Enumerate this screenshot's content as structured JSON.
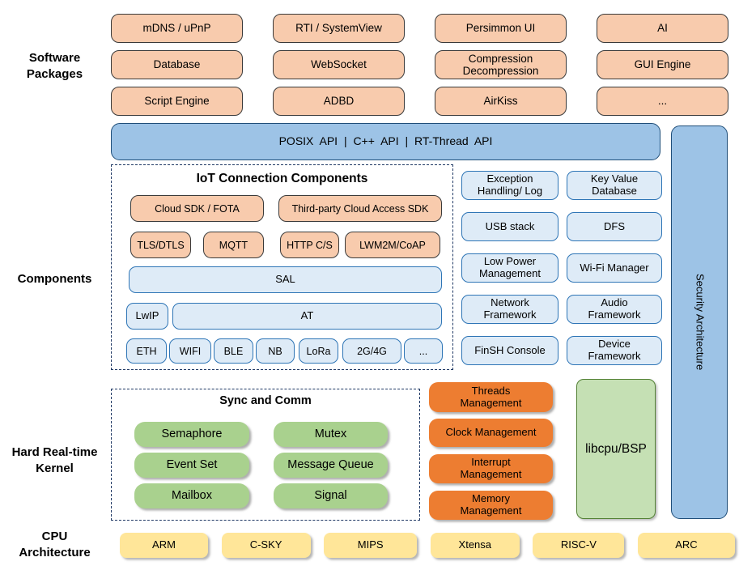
{
  "section_labels": {
    "software_packages": "Software\nPackages",
    "components": "Components",
    "kernel": "Hard Real-time\nKernel",
    "cpu": "CPU\nArchitecture"
  },
  "software_packages": {
    "items": [
      "mDNS / uPnP",
      "RTI / SystemView",
      "Persimmon UI",
      "AI",
      "Database",
      "WebSocket",
      "Compression\nDecompression",
      "GUI Engine",
      "Script Engine",
      "ADBD",
      "AirKiss",
      "..."
    ]
  },
  "api_bar": {
    "label": "POSIX API  |  C++ API  |  RT-Thread API"
  },
  "security_bar": {
    "label": "Security Architecture"
  },
  "iot": {
    "title": "IoT Connection Components",
    "cloud_sdk": "Cloud SDK / FOTA",
    "third_party": "Third-party Cloud Access SDK",
    "protocols": [
      "TLS/DTLS",
      "MQTT",
      "HTTP C/S",
      "LWM2M/CoAP"
    ],
    "sal": "SAL",
    "lwip": "LwIP",
    "at": "AT",
    "links": [
      "ETH",
      "WIFI",
      "BLE",
      "NB",
      "LoRa",
      "2G/4G",
      "..."
    ]
  },
  "component_grid": {
    "items": [
      "Exception\nHandling/ Log",
      "Key Value\nDatabase",
      "USB stack",
      "DFS",
      "Low Power\nManagement",
      "Wi-Fi Manager",
      "Network\nFramework",
      "Audio\nFramework",
      "FinSH Console",
      "Device\nFramework"
    ]
  },
  "kernel": {
    "sync_title": "Sync and Comm",
    "sync_items": [
      "Semaphore",
      "Mutex",
      "Event Set",
      "Message Queue",
      "Mailbox",
      "Signal"
    ],
    "mgmt_items": [
      "Threads\nManagement",
      "Clock Management",
      "Interrupt\nManagement",
      "Memory\nManagement"
    ],
    "libcpu": "libcpu/BSP"
  },
  "cpu_row": {
    "items": [
      "ARM",
      "C-SKY",
      "MIPS",
      "Xtensa",
      "RISC-V",
      "ARC"
    ]
  },
  "colors": {
    "peach_fill": "#F8CBAD",
    "peach_border": "#3a3a3a",
    "blue_fill": "#9DC3E6",
    "blue_border": "#1F4E79",
    "lightblue_fill": "#DEEBF7",
    "lightblue_border": "#2E75B6",
    "dash_border": "#1F3864",
    "green_fill": "#A9D18E",
    "libcpu_fill": "#C5E0B4",
    "libcpu_border": "#538135",
    "orange_fill": "#ED7D31",
    "yellow_fill": "#FFE699"
  }
}
